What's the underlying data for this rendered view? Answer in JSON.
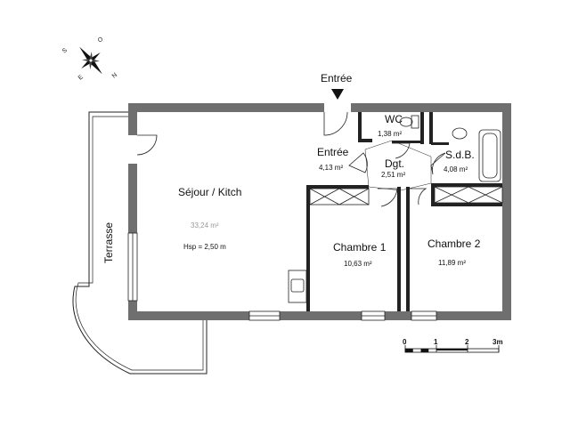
{
  "plan": {
    "entry_label": "Entrée",
    "terrace_label": "Terrasse",
    "ceiling_height": "Hsp = 2,50 m",
    "rooms": [
      {
        "key": "sejour",
        "name": "Séjour / Kitch",
        "area": "33,24 m²"
      },
      {
        "key": "entree",
        "name": "Entrée",
        "area": "4,13 m²"
      },
      {
        "key": "wc",
        "name": "WC",
        "area": "1,38 m²"
      },
      {
        "key": "dgt",
        "name": "Dgt.",
        "area": "2,51 m²"
      },
      {
        "key": "sdb",
        "name": "S.d.B.",
        "area": "4,08 m²"
      },
      {
        "key": "chambre1",
        "name": "Chambre 1",
        "area": "10,63 m²"
      },
      {
        "key": "chambre2",
        "name": "Chambre 2",
        "area": "11,89 m²"
      }
    ]
  },
  "scale_bar": {
    "ticks": [
      "0",
      "1",
      "2",
      "3m"
    ]
  },
  "compass": {
    "letters": [
      "N",
      "S",
      "E",
      "O"
    ]
  },
  "colors": {
    "wall": "#6f6f6f",
    "line": "#222222",
    "faint_text": "#9a9a9a"
  }
}
